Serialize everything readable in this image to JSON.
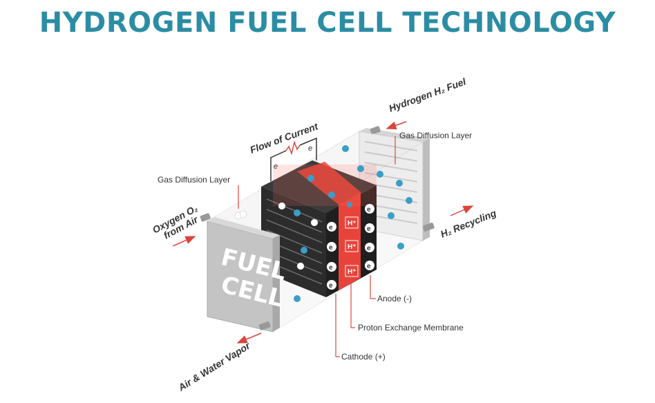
{
  "title": "HYDROGEN FUEL CELL TECHNOLOGY",
  "labels": {
    "hydrogen_fuel": "Hydrogen H₂ Fuel",
    "gas_diffusion_right": "Gas Diffusion Layer",
    "flow_of_current": "Flow of Current",
    "gas_diffusion_left": "Gas Diffusion Layer",
    "oxygen_line1": "Oxygen O₂",
    "oxygen_line2": "from Air",
    "h2_recycling": "H₂ Recycling",
    "anode": "Anode (-)",
    "pem": "Proton Exchange Membrane",
    "cathode": "Cathode (+)",
    "air_water": "Air & Water Vapor",
    "fuel": "FUEL",
    "cell": "CELL",
    "electron": "e",
    "proton": "H⁺"
  },
  "colors": {
    "title": "#2b8da3",
    "membrane": "#e8433a",
    "arrow": "#d9453c",
    "plate": "#c9c9c9",
    "stack": "#2a2a2a",
    "molecule": "#3a9ec9"
  }
}
